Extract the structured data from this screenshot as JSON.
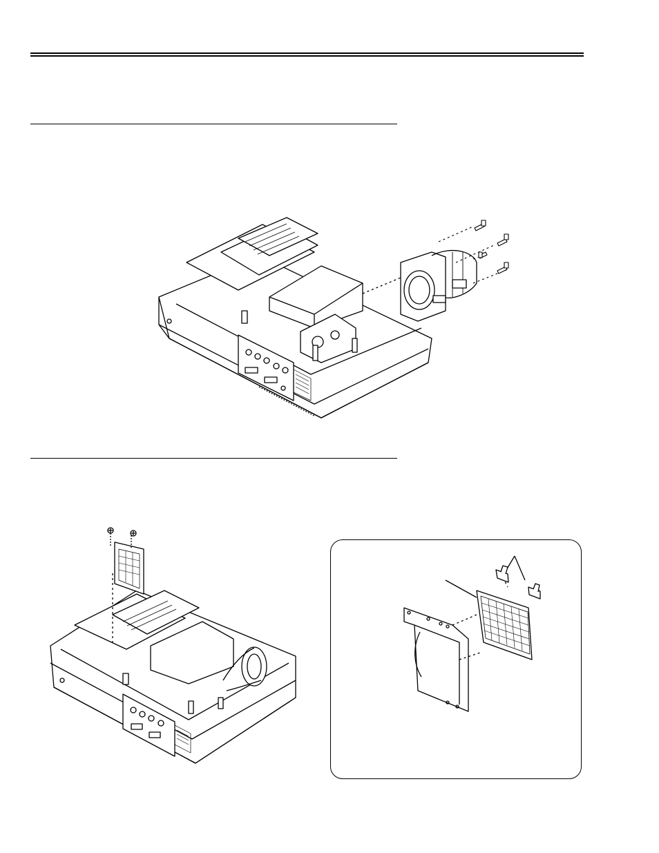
{
  "page": {
    "header_rule": "double",
    "sections": [
      {
        "id": "lens-removal",
        "figure": "projector-with-lens-and-screws"
      },
      {
        "id": "filter-removal",
        "figure": "projector-with-filter-frame-and-screws",
        "inset": "filter-frame-detail"
      }
    ]
  },
  "colors": {
    "ink": "#000000",
    "paper": "#ffffff"
  }
}
